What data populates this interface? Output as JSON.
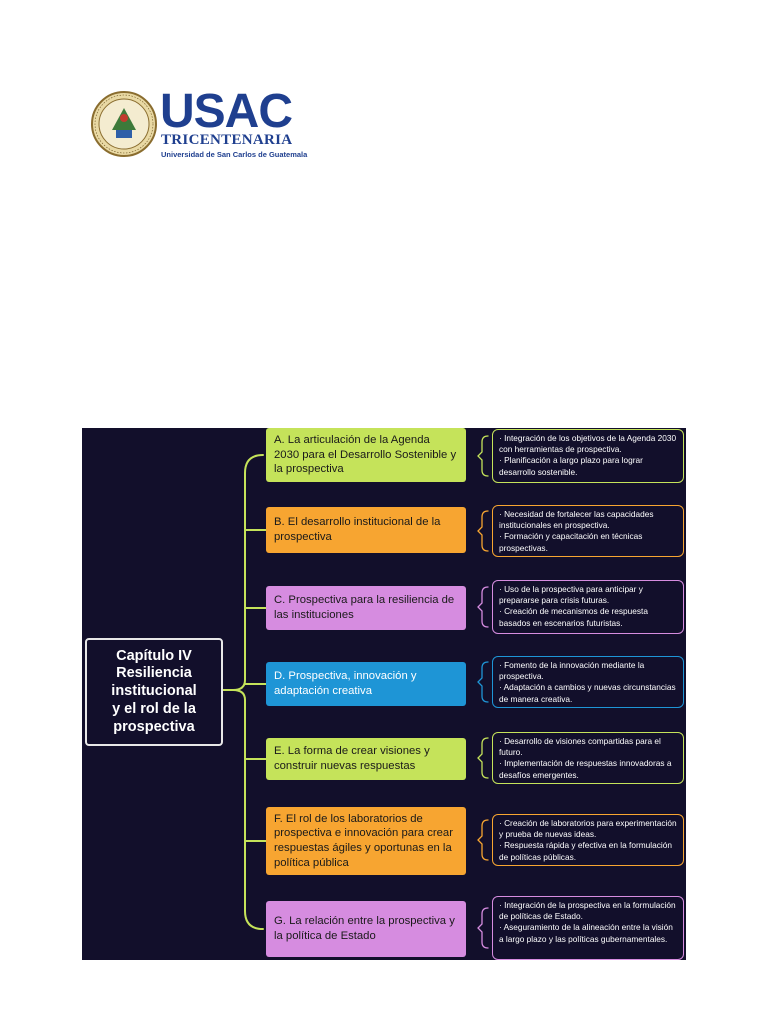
{
  "logo": {
    "title": "USAC",
    "subtitle": "TRICENTENARIA",
    "university": "Universidad de San Carlos de Guatemala"
  },
  "diagram": {
    "center": "Capítulo IV\nResiliencia\ninstitucional\ny el rol de la\nprospectiva",
    "colors": {
      "background": "#120f2b",
      "green": "#c5e35a",
      "orange": "#f7a531",
      "pink": "#d68ce0",
      "blue": "#1e95d6",
      "brace": "#c5e35a"
    },
    "branches": [
      {
        "topic": "A. La articulación de la Agenda 2030 para el Desarrollo Sostenible y la prospectiva",
        "color": "green",
        "details": [
          "· Integración de los objetivos de la Agenda 2030 con herramientas de prospectiva.",
          "· Planificación a largo plazo para lograr desarrollo sostenible."
        ]
      },
      {
        "topic": "B. El desarrollo institucional de la prospectiva",
        "color": "orange",
        "details": [
          "· Necesidad de fortalecer las capacidades institucionales en prospectiva.",
          "· Formación y capacitación en técnicas prospectivas."
        ]
      },
      {
        "topic": "C. Prospectiva para la resiliencia de las instituciones",
        "color": "pink",
        "details": [
          "· Uso de la prospectiva para anticipar y prepararse para crisis futuras.",
          "· Creación de mecanismos de respuesta basados en escenarios futuristas."
        ]
      },
      {
        "topic": "D. Prospectiva, innovación y adaptación creativa",
        "color": "blue",
        "details": [
          "· Fomento de la innovación mediante la prospectiva.",
          "· Adaptación a cambios y nuevas circunstancias de manera creativa."
        ]
      },
      {
        "topic": "E. La forma de crear visiones y construir nuevas respuestas",
        "color": "green",
        "details": [
          "· Desarrollo de visiones compartidas para el futuro.",
          "· Implementación de respuestas innovadoras a desafíos emergentes."
        ]
      },
      {
        "topic": "F. El rol de los laboratorios de prospectiva e innovación para crear respuestas ágiles y oportunas en la política pública",
        "color": "orange",
        "details": [
          "· Creación de laboratorios para experimentación y prueba de nuevas ideas.",
          "· Respuesta rápida y efectiva en la formulación de políticas públicas."
        ]
      },
      {
        "topic": "G. La relación entre la prospectiva y la política de Estado",
        "color": "pink",
        "details": [
          "· Integración de la prospectiva en la formulación de políticas de Estado.",
          "· Aseguramiento de la alineación entre la visión a largo plazo y las políticas gubernamentales."
        ]
      }
    ]
  }
}
